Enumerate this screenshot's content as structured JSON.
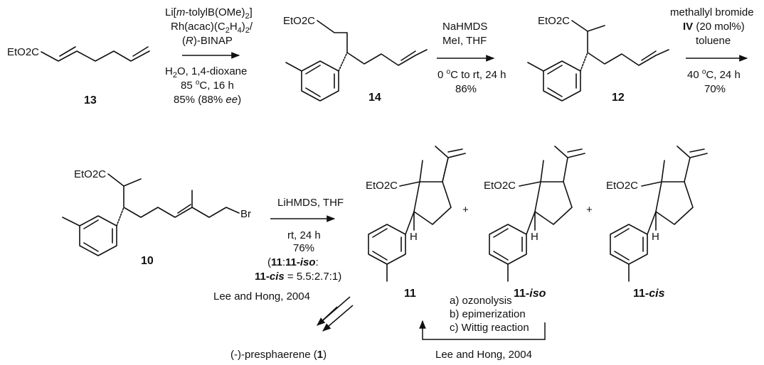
{
  "compounds": {
    "c13": {
      "label": "13",
      "ester": "EtO2C"
    },
    "c14": {
      "label": "14",
      "ester": "EtO2C"
    },
    "c12": {
      "label": "12",
      "ester": "EtO2C"
    },
    "c10": {
      "label": "10",
      "ester": "EtO2C",
      "halogen": "Br"
    },
    "c11": {
      "label": "11",
      "ester": "EtO2C",
      "h": "H"
    },
    "c11iso": {
      "label_num": "11-",
      "label_suffix": "iso",
      "ester": "EtO2C",
      "h": "H"
    },
    "c11cis": {
      "label_num": "11-",
      "label_suffix": "cis",
      "ester": "EtO2C",
      "h": "H"
    }
  },
  "step1": {
    "reagent1_a": "Li[",
    "reagent1_b": "m",
    "reagent1_c": "-tolylB(OMe)",
    "reagent1_d": "2",
    "reagent1_e": "]",
    "reagent2": "Rh(acac)(C2H4)2/",
    "reagent3_a": "(",
    "reagent3_b": "R",
    "reagent3_c": ")-BINAP",
    "solvent": "H2O, 1,4-dioxane",
    "temp_a": "85 ",
    "temp_deg": "o",
    "temp_b": "C, 16 h",
    "yield_a": "85% (88% ",
    "yield_ee": "ee",
    "yield_b": ")"
  },
  "step2": {
    "reagent1": "NaHMDS",
    "reagent2": "MeI, THF",
    "temp_a": "0 ",
    "temp_deg": "o",
    "temp_b": "C to rt, 24 h",
    "yield": "86%"
  },
  "step3": {
    "reagent1": "methallyl bromide",
    "reagent2_bold": "IV",
    "reagent2_rest": " (20 mol%)",
    "solvent": "toluene",
    "temp_a": "40 ",
    "temp_deg": "o",
    "temp_b": "C, 24 h",
    "yield": "70%"
  },
  "step4": {
    "reagent": "LiHMDS, THF",
    "cond": "rt, 24 h",
    "yield": "76%",
    "ratio_open": "(",
    "ratio_11a": "11",
    "ratio_colon": ":",
    "ratio_11b": "11-",
    "ratio_iso": "iso",
    "ratio_end": ":",
    "ratio_cis_num": "11-",
    "ratio_cis": "cis",
    "ratio_value": " = 5.5:2.7:1)"
  },
  "plus": "+",
  "conversion1": {
    "citation": "Lee and Hong, 2004"
  },
  "conversion2": {
    "steps": [
      "a) ozonolysis",
      "b) epimerization",
      "c) Wittig reaction"
    ],
    "citation": "Lee and Hong, 2004"
  },
  "product": {
    "name_a": "(-)-presphaerene (",
    "name_num": "1",
    "name_b": ")"
  }
}
